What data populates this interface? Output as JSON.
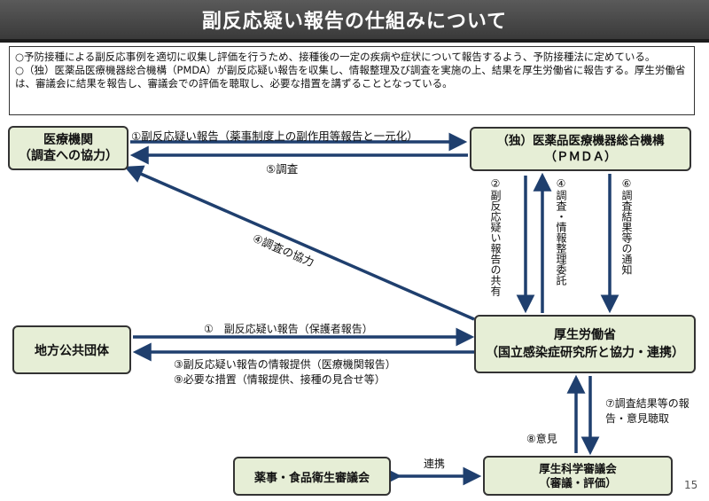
{
  "title": "副反応疑い報告の仕組みについて",
  "intro": {
    "line1": "○予防接種による副反応事例を適切に収集し評価を行うため、接種後の一定の疾病や症状について報告するよう、予防接種法に定めている。",
    "line2": "○（独）医薬品医療機器総合機構（PMDA）が副反応疑い報告を収集し、情報整理及び調査を実施の上、結果を厚生労働省に報告する。厚生労働省は、審議会に結果を報告し、審議会での評価を聴取し、必要な措置を講ずることとなっている。"
  },
  "nodes": {
    "iryo": {
      "line1": "医療機関",
      "line2": "（調査への協力）"
    },
    "pmda": {
      "line1": "（独）医薬品医療機器総合機構",
      "line2": "（ＰＭＤＡ）"
    },
    "chiho": {
      "label": "地方公共団体"
    },
    "mhlw": {
      "line1": "厚生労働省",
      "line2": "（国立感染症研究所と協力・連携）"
    },
    "yakuji": {
      "label": "薬事・食品衛生審議会"
    },
    "kagaku": {
      "line1": "厚生科学審議会",
      "line2": "（審議・評価）"
    }
  },
  "edges": {
    "iryo_to_pmda": "①副反応疑い報告（薬事制度上の副作用等報告と一元化）",
    "pmda_to_iryo": "⑤調査",
    "mhlw_to_iryo": "④調査の協力",
    "chiho_to_mhlw": "①　副反応疑い報告（保護者報告）",
    "mhlw_to_chiho_1": "③副反応疑い報告の情報提供（医療機関報告）",
    "mhlw_to_chiho_2": "⑨必要な措置（情報提供、接種の見合せ等）",
    "pmda_to_mhlw_share": "②副反応疑い報告の共有",
    "mhlw_to_pmda": "④調査・情報整理委託",
    "pmda_to_mhlw_result": "⑥調査結果等の通知",
    "mhlw_to_kagaku": "⑦調査結果等の報告・意見聴取",
    "kagaku_to_mhlw": "⑧意見",
    "renkei": "連携"
  },
  "page_number": "15",
  "colors": {
    "arrow": "#1f3f6e",
    "box_fill": "#e6eed6",
    "title_bar": "#454545"
  }
}
